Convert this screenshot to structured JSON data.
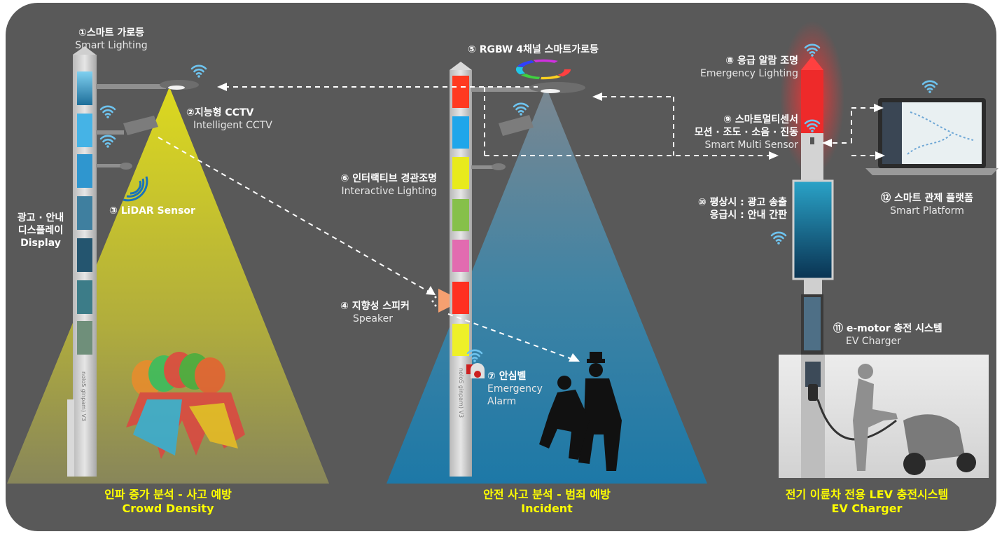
{
  "colors": {
    "panel": "#595959",
    "cone_yellow": "#d6d214",
    "cone_blue": "#1f7fae",
    "caption": "#ffff00",
    "emergency_red": "#ff2020"
  },
  "labels": {
    "smart_lighting": {
      "ko": "①스마트 가로등",
      "en": "Smart Lighting"
    },
    "cctv": {
      "ko": "②지능형 CCTV",
      "en": "Intelligent CCTV"
    },
    "lidar": {
      "ko": "③ LiDAR Sensor"
    },
    "display": {
      "line1": "광고 · 안내",
      "line2": "디스플레이",
      "line3": "Display"
    },
    "speaker": {
      "ko": "④ 지향성 스피커",
      "en": "Speaker"
    },
    "rgbw": {
      "ko": "⑤ RGBW 4채널 스마트가로등"
    },
    "interactive": {
      "ko": "⑥ 인터랙티브 경관조명",
      "en": "Interactive Lighting"
    },
    "alarm": {
      "ko": "⑦ 안심벨",
      "en1": "Emergency",
      "en2": "Alarm"
    },
    "emergency_lighting": {
      "ko": "⑧ 응급 알람 조명",
      "en": "Emergency Lighting"
    },
    "multisensor": {
      "ko1": "⑨ 스마트멀티센서",
      "ko2": "모션 · 조도 · 소음 · 진동",
      "en": "Smart Multi Sensor"
    },
    "signage": {
      "ko1": "⑩ 평상시 : 광고 송출",
      "ko2": "응급시 : 안내 간판"
    },
    "ev": {
      "ko": "⑪ e-motor 충전 시스템",
      "en": "EV Charger"
    },
    "platform": {
      "ko": "⑫ 스마트 관제 플랫폼",
      "en": "Smart Platform"
    }
  },
  "captions": {
    "crowd": {
      "ko": "인파 증가 분석 - 사고 예방",
      "en": "Crowd Density"
    },
    "incident": {
      "ko": "안전 사고 분석 - 범죄 예방",
      "en": "Incident"
    },
    "charger": {
      "ko": "전기 이륜차 전용 LEV 충전시스템",
      "en": "EV Charger"
    }
  },
  "pole_text": {
    "brand": "noloS ginpam) V3"
  },
  "icons": [
    "wifi-icon",
    "color-wheel-icon",
    "laptop-icon",
    "speaker-icon",
    "alarm-bell-icon",
    "lidar-wave-icon"
  ]
}
